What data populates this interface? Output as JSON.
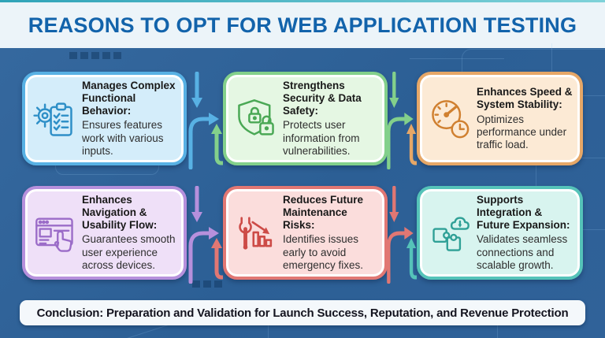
{
  "page": {
    "title": "REASONS TO OPT FOR WEB APPLICATION TESTING",
    "conclusion": "Conclusion: Preparation and Validation for Launch Success, Reputation, and Revenue Protection"
  },
  "colors": {
    "background": "#2f659c",
    "top_strip": "#4db6c9",
    "title_band_bg": "#ecf4f9",
    "title_text": "#1263ab",
    "conclusion_bg": "#f4f8fb",
    "conclusion_text": "#14141f"
  },
  "cards": [
    {
      "icon": "gear-checklist-icon",
      "title": "Manages Complex Functional Behavior:",
      "body": "Ensures features work with various inputs.",
      "border": "#58b1e4",
      "fill": "#d4edfa",
      "accent": "#2e8fc7"
    },
    {
      "icon": "shield-lock-icon",
      "title": "Strengthens Security & Data Safety:",
      "body": "Protects user information from vulnerabilities.",
      "border": "#83d08b",
      "fill": "#e5f7e3",
      "accent": "#4aa855"
    },
    {
      "icon": "speedometer-clock-icon",
      "title": "Enhances Speed & System Stability:",
      "body": "Optimizes performance under traffic load.",
      "border": "#e6a767",
      "fill": "#fcead5",
      "accent": "#d08030"
    },
    {
      "icon": "browser-cursor-icon",
      "title": "Enhances Navigation & Usability Flow:",
      "body": "Guarantees smooth user experience across devices.",
      "border": "#b690dc",
      "fill": "#efe0f8",
      "accent": "#9b6cc8"
    },
    {
      "icon": "wrench-chart-icon",
      "title": "Reduces Future Maintenance Risks:",
      "body": "Identifies issues early to avoid emergency fixes.",
      "border": "#e17773",
      "fill": "#fbdddc",
      "accent": "#cd4b47"
    },
    {
      "icon": "puzzle-cloud-icon",
      "title": "Supports Integration & Future Expansion:",
      "body": "Validates seamless connections and scalable growth.",
      "border": "#55c3b9",
      "fill": "#d8f4ef",
      "accent": "#2fa096"
    }
  ]
}
